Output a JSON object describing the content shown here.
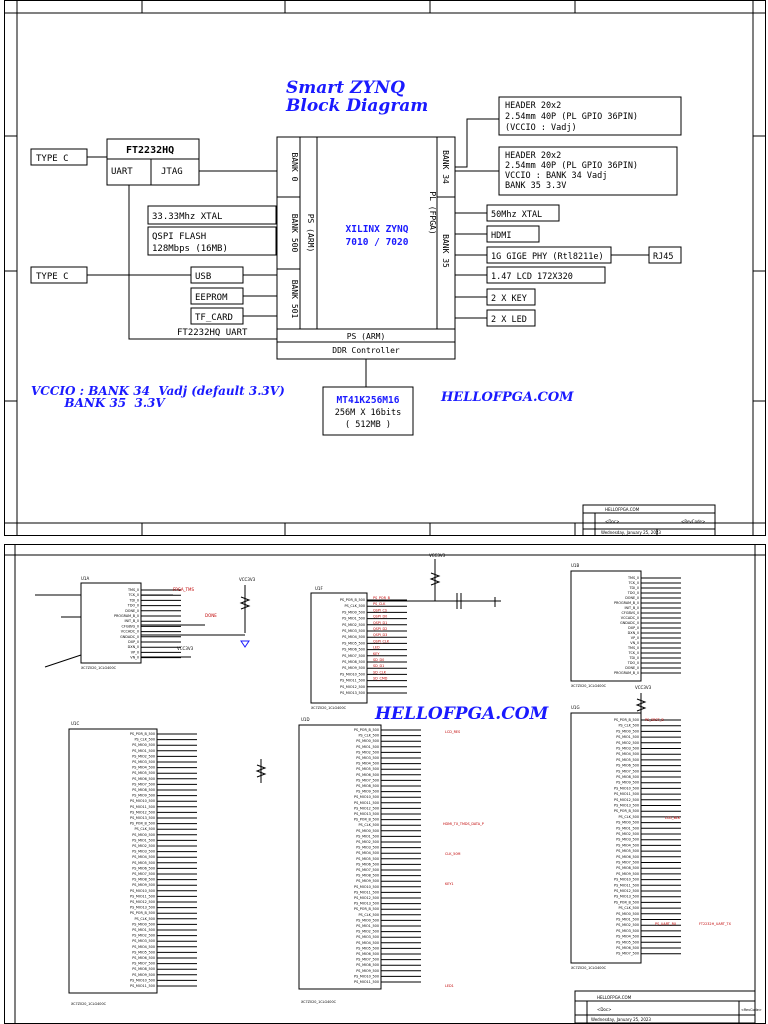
{
  "page1": {
    "title_line1": "Smart ZYNQ",
    "title_line2": "Block Diagram",
    "ft_chip": "FT2232HQ",
    "ft_uart": "UART",
    "ft_jtag": "JTAG",
    "type_c_1": "TYPE C",
    "type_c_2": "TYPE C",
    "xtal_33": "33.33Mhz XTAL",
    "qspi_line1": "QSPI FLASH",
    "qspi_line2": "128Mbps (16MB)",
    "usb": "USB",
    "eeprom": "EEPROM",
    "tf_card": "TF_CARD",
    "ft_uart_label": "FT2232HQ  UART",
    "bank0": "BANK 0",
    "bank500": "BANK 500",
    "bank501": "BANK 501",
    "ps_arm_vertical": "PS (ARM)",
    "zynq_line1": "XILINX  ZYNQ",
    "zynq_line2": "7010 / 7020",
    "pl_fpga": "PL (FPGA)",
    "bank34": "BANK 34",
    "bank35": "BANK 35",
    "ps_arm_bottom": "PS (ARM)",
    "ddr_controller": "DDR Controller",
    "header1_line1": "HEADER 20x2",
    "header1_line2": "2.54mm  40P (PL GPIO 36PIN)",
    "header1_line3": "(VCCIO : Vadj)",
    "header2_line1": "HEADER 20x2",
    "header2_line2": "2.54mm  40P (PL GPIO 36PIN)",
    "header2_line3": "VCCIO : BANK 34  Vadj",
    "header2_line4": "        BANK 35  3.3V",
    "xtal_50": "50Mhz XTAL",
    "hdmi": "HDMI",
    "gige": "1G GIGE PHY (Rtl8211e)",
    "rj45": "RJ45",
    "lcd": "1.47  LCD  172X320",
    "key": "2 X KEY",
    "led": "2 X LED",
    "ddr_chip": "MT41K256M16",
    "ddr_line2": "256M X 16bits",
    "ddr_line3": "( 512MB )",
    "vccio_line1": "VCCIO : BANK 34  Vadj (default 3.3V)",
    "vccio_line2": "        BANK 35  3.3V",
    "hellofpga": "HELLOFPGA.COM",
    "tb_title": "HELLOFPGA.COM",
    "tb_doc": "<Doc>",
    "tb_date": "Wednesday, January 25, 2023",
    "tb_rev": "<RevCode>"
  },
  "page2": {
    "watermark": "HELLOFPGA.COM",
    "u1a": "U1A",
    "u1b": "U1B",
    "u1c": "U1C",
    "u1d": "U1D",
    "u1f": "U1F",
    "u1g": "U1G",
    "part": "XC7Z020_1CLG400C",
    "vcc3v3": "VCC3V3",
    "tb_title": "HELLOFPGA.COM",
    "tb_doc": "<Doc>",
    "tb_date": "Wednesday, January 25, 2023",
    "tb_rev": "<RevCode>",
    "u1a_pins": [
      "TMS_0",
      "TCK_0",
      "TDI_0",
      "TDO_0",
      "DONE_0",
      "PROGRAM_B_0",
      "INIT_B_0",
      "CFGBVS_0",
      "VCCADC_0",
      "GNDADC_0",
      "DXP_0",
      "DXN_0",
      "VP_0",
      "VN_0"
    ],
    "u1f_pins": [
      "PS_POR_B_500",
      "PS_CLK_500",
      "PS_MIO0_500",
      "PS_MIO1_500",
      "PS_MIO2_500",
      "PS_MIO3_500",
      "PS_MIO4_500",
      "PS_MIO5_500",
      "PS_MIO6_500",
      "PS_MIO7_500",
      "PS_MIO8_500",
      "PS_MIO9_500",
      "PS_MIO10_500",
      "PS_MIO11_500",
      "PS_MIO12_500",
      "PS_MIO13_500"
    ],
    "u1f_nets": [
      "PS_POR_B",
      "PS_CLK",
      "QSPI_CS",
      "QSPI_D0",
      "QSPI_D1",
      "QSPI_D2",
      "QSPI_D3",
      "QSPI_CLK",
      "LED",
      "KEY",
      "SD_D0",
      "SD_D1",
      "SD_CLK",
      "SD_CMD"
    ],
    "net_fpga_tms": "FPGA_TMS",
    "net_done": "DONE",
    "net_lcd": "LCD_RES",
    "net_hdmi": "HDMI_TX_TMDS_DATA_P",
    "net_clk": "CLK_50M",
    "net_key": "KEY1",
    "net_led1": "LED1",
    "net_lcd_blk": "LCD_BLK",
    "net_uart": "PS_UART_RX",
    "net_uart_tx": "FT2232H_UART_TX",
    "net_ps_srst": "PS_SRST_B"
  }
}
